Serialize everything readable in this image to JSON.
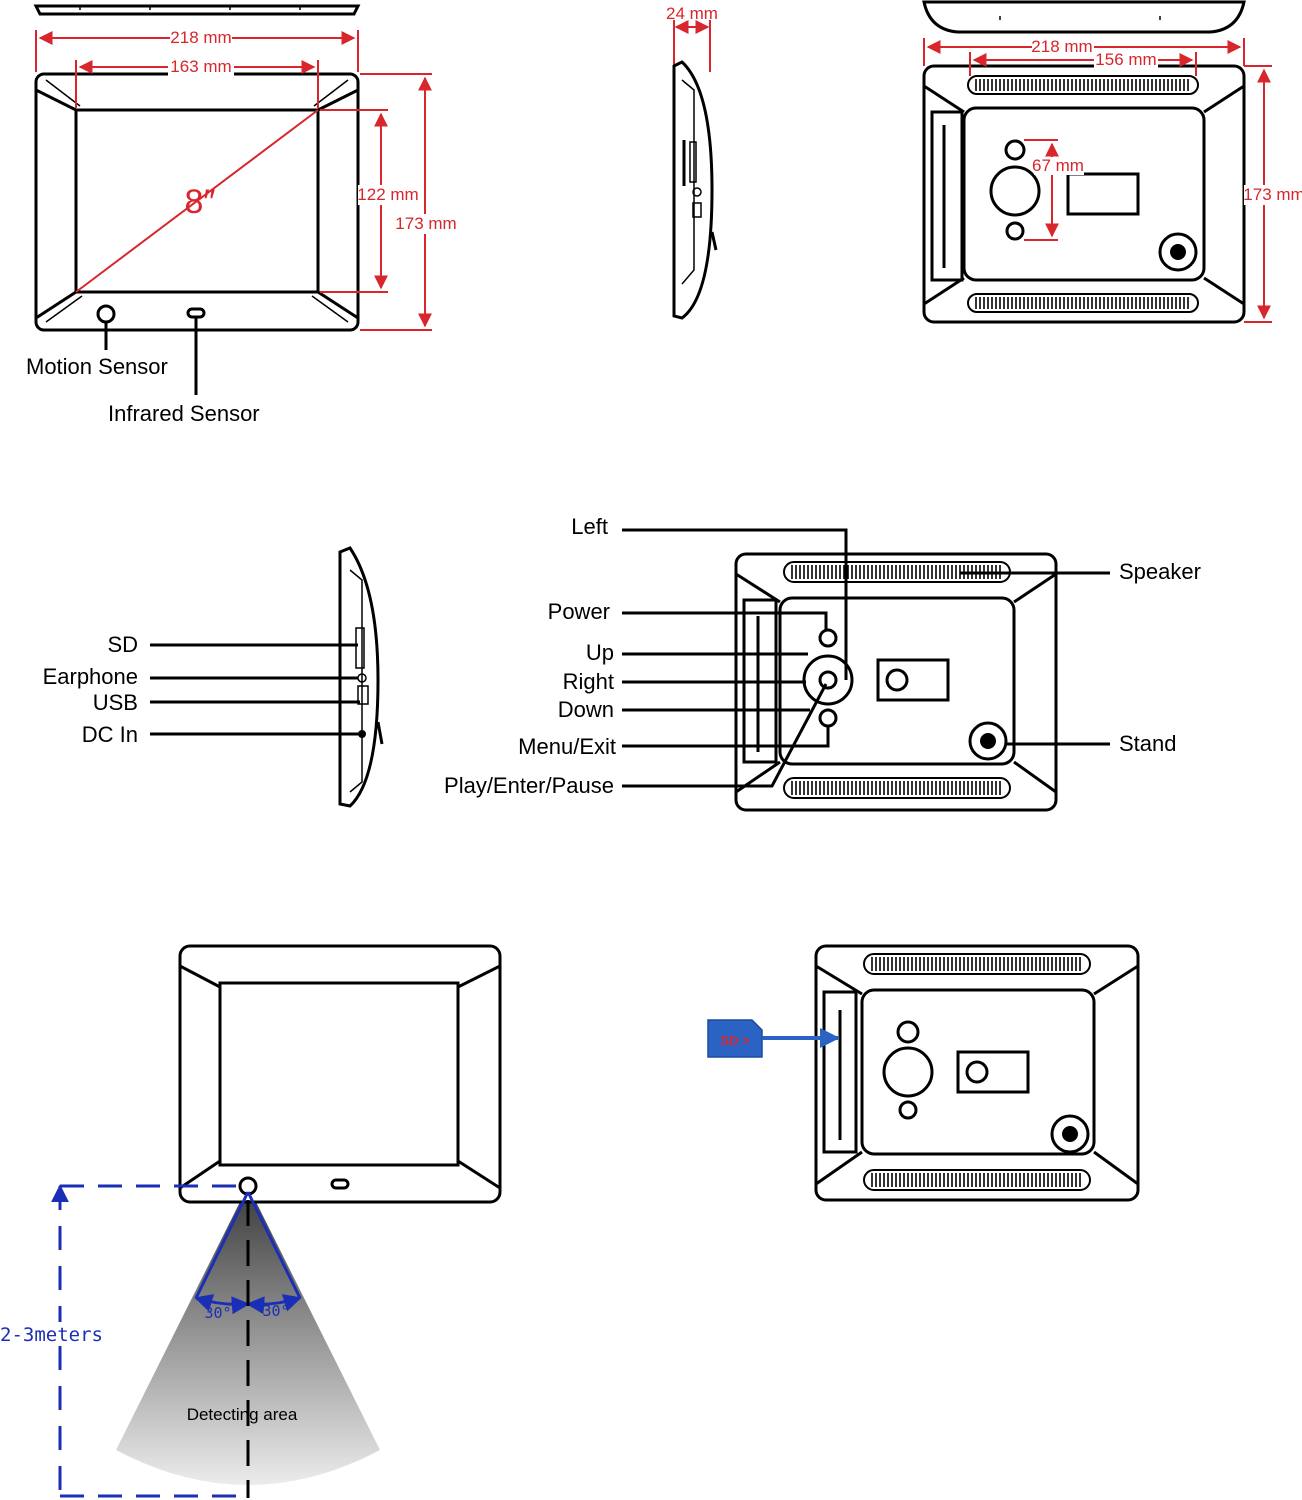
{
  "front_view": {
    "width_label": "218 mm",
    "screen_width_label": "163 mm",
    "screen_height_label": "122 mm",
    "height_label": "173 mm",
    "diagonal_label": "8″",
    "callouts": [
      "Motion Sensor",
      "Infrared Sensor"
    ]
  },
  "side_view": {
    "depth_label": "24 mm",
    "ports": [
      "SD",
      "Earphone",
      "USB",
      "DC In"
    ]
  },
  "back_view": {
    "width_label": "218 mm",
    "speaker_span_label": "156 mm",
    "mount_spacing_label": "67 mm",
    "height_label": "173 mm"
  },
  "controls": {
    "left_callouts": [
      "Left",
      "Power",
      "Up",
      "Right",
      "Down",
      "Menu/Exit",
      "Play/Enter/Pause"
    ],
    "right_callouts": [
      "Speaker",
      "Stand"
    ]
  },
  "motion_detection": {
    "range_label": "2-3meters",
    "angle_left": "30°",
    "angle_right": "30°",
    "area_label": "Detecting area"
  },
  "sd_insert": {
    "card_label": "SD >"
  },
  "colors": {
    "dimension": "#d8262c",
    "detection": "#1a2fb5",
    "sd_card": "#2b63c4"
  }
}
